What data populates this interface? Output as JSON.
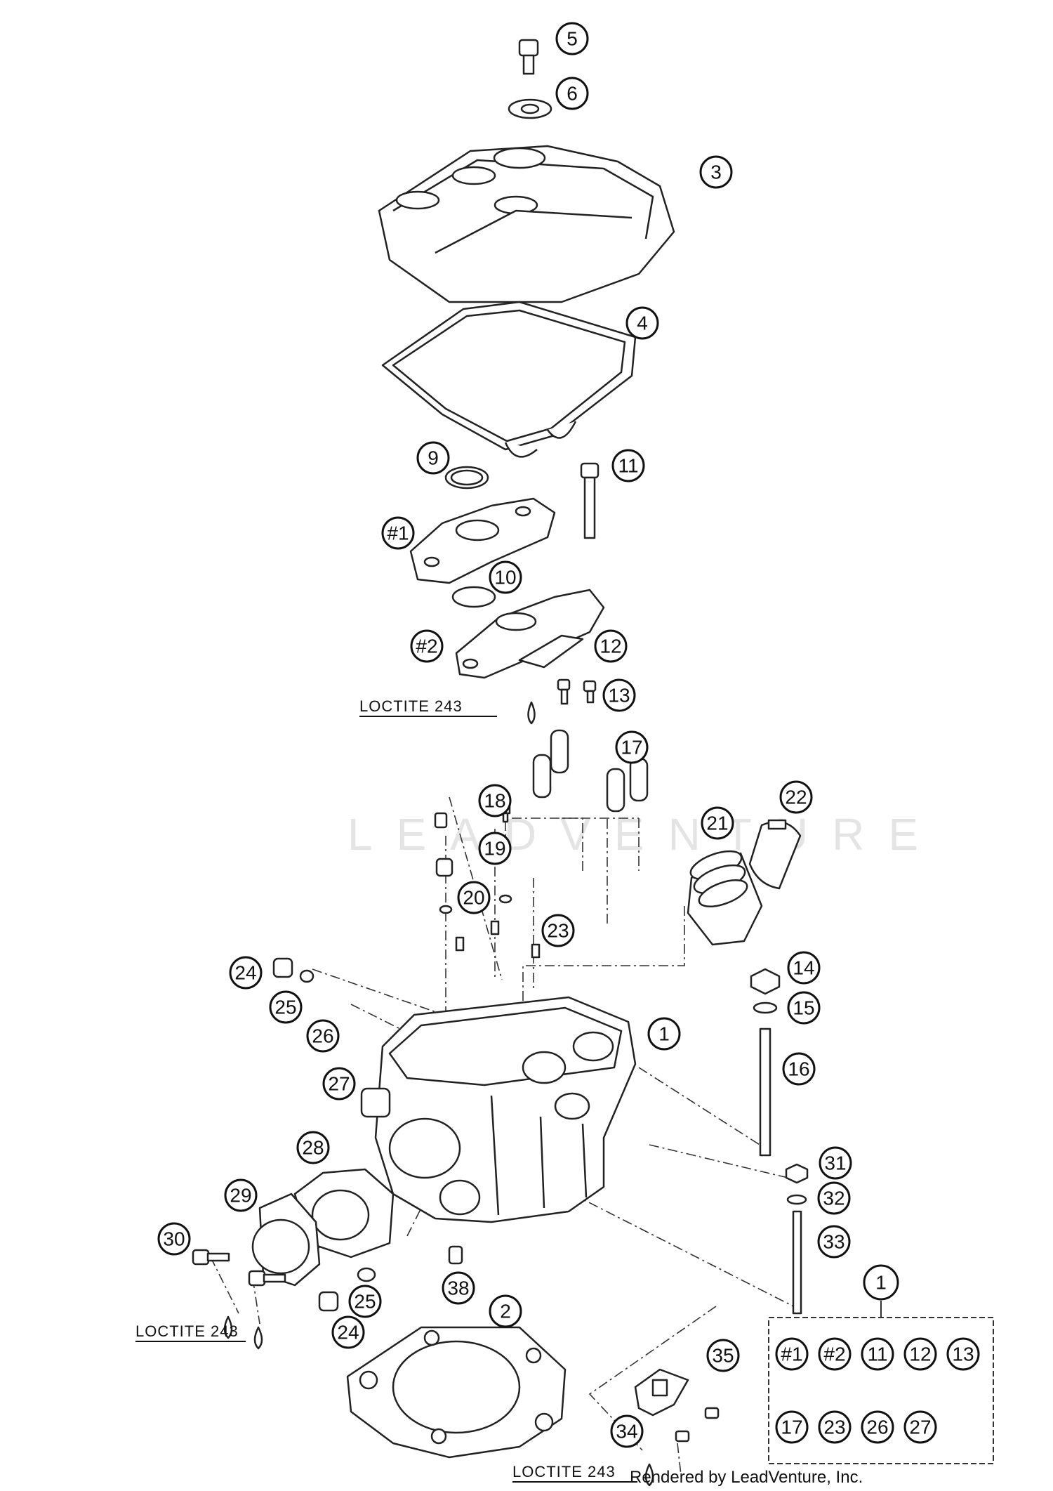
{
  "callouts": [
    {
      "label": "5"
    },
    {
      "label": "6"
    },
    {
      "label": "3"
    },
    {
      "label": "4"
    },
    {
      "label": "9"
    },
    {
      "label": "11"
    },
    {
      "label": "#1"
    },
    {
      "label": "10"
    },
    {
      "label": "#2"
    },
    {
      "label": "12"
    },
    {
      "label": "13"
    },
    {
      "label": "17"
    },
    {
      "label": "18"
    },
    {
      "label": "19"
    },
    {
      "label": "20"
    },
    {
      "label": "21"
    },
    {
      "label": "22"
    },
    {
      "label": "23"
    },
    {
      "label": "14"
    },
    {
      "label": "15"
    },
    {
      "label": "16"
    },
    {
      "label": "1"
    },
    {
      "label": "24"
    },
    {
      "label": "25"
    },
    {
      "label": "26"
    },
    {
      "label": "27"
    },
    {
      "label": "28"
    },
    {
      "label": "29"
    },
    {
      "label": "30"
    },
    {
      "label": "31"
    },
    {
      "label": "32"
    },
    {
      "label": "33"
    },
    {
      "label": "38"
    },
    {
      "label": "25"
    },
    {
      "label": "24"
    },
    {
      "label": "2"
    },
    {
      "label": "35"
    },
    {
      "label": "34"
    }
  ],
  "notes": {
    "loctite_top": "LOCTITE 243",
    "loctite_left": "LOCTITE 243",
    "loctite_bottom": "LOCTITE 243"
  },
  "kit_box": {
    "title": "1",
    "row1": [
      "#1",
      "#2",
      "11",
      "12",
      "13"
    ],
    "row2": [
      "17",
      "23",
      "26",
      "27"
    ]
  },
  "watermark": "LEADVENTURE",
  "credit": "Rendered by LeadVenture, Inc."
}
